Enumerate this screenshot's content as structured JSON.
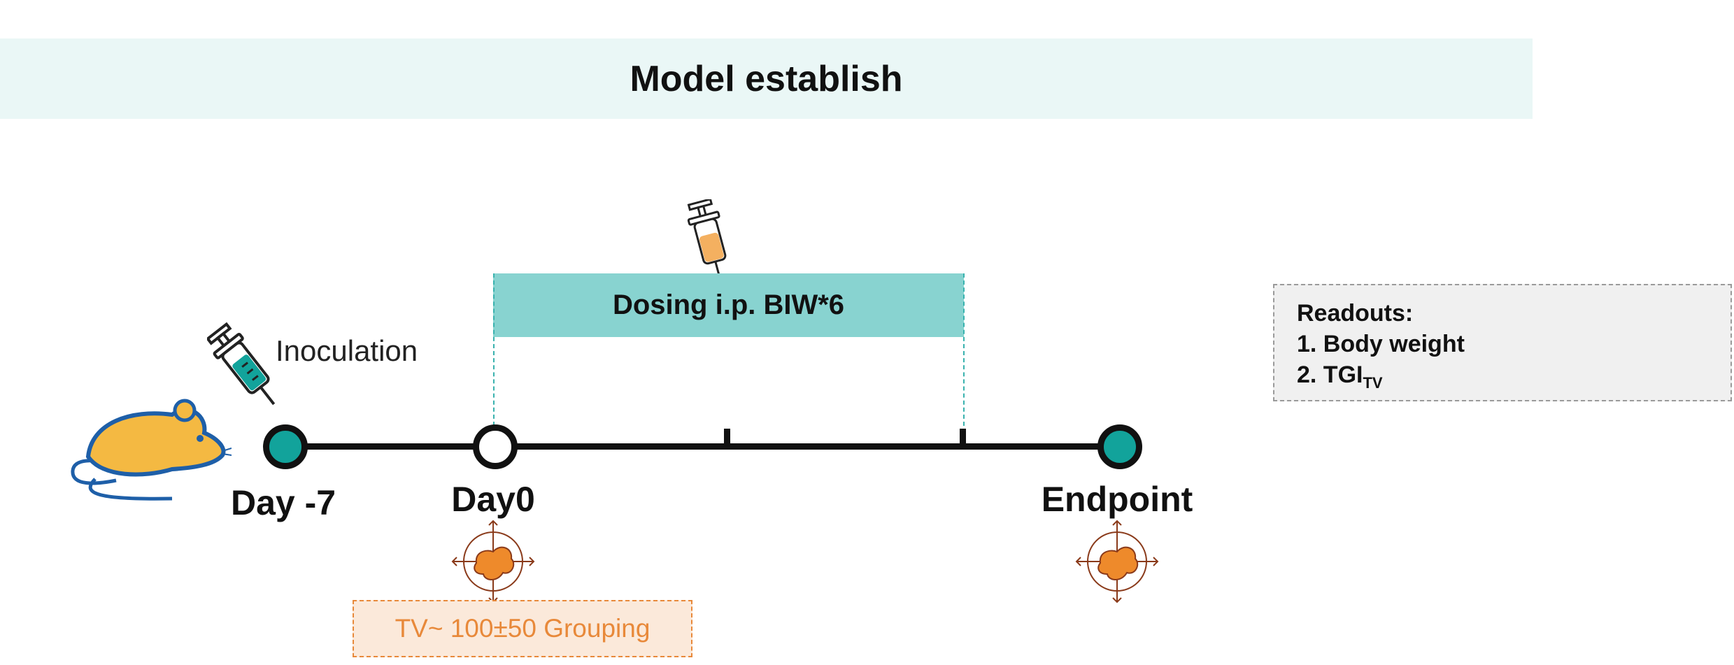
{
  "banner": {
    "title": "Model establish"
  },
  "dosing": {
    "label": "Dosing i.p. BIW*6"
  },
  "inoculation": {
    "label": "Inoculation"
  },
  "timeline": {
    "labels": {
      "start": "Day -7",
      "day0": "Day0",
      "end": "Endpoint"
    }
  },
  "grouping": {
    "label": "TV~ 100±50 Grouping"
  },
  "readouts": {
    "title": "Readouts:",
    "item1": "1. Body weight",
    "item2_prefix": "2. TGI",
    "item2_sub": "TV"
  },
  "colors": {
    "banner_bg": "#eaf7f6",
    "teal": "#12a39b",
    "dosing_bg": "#88d3d0",
    "orange": "#e8893a",
    "mouse_yellow": "#f4b942",
    "mouse_outline": "#1e5fa8",
    "tumor_orange": "#ee8a2b",
    "crosshair_brown": "#8a3a1a"
  },
  "icons": {
    "mouse": "mouse-icon",
    "syringe_inoculation": "syringe-icon",
    "syringe_dosing": "syringe-icon",
    "tumor": "tumor-target-icon"
  }
}
